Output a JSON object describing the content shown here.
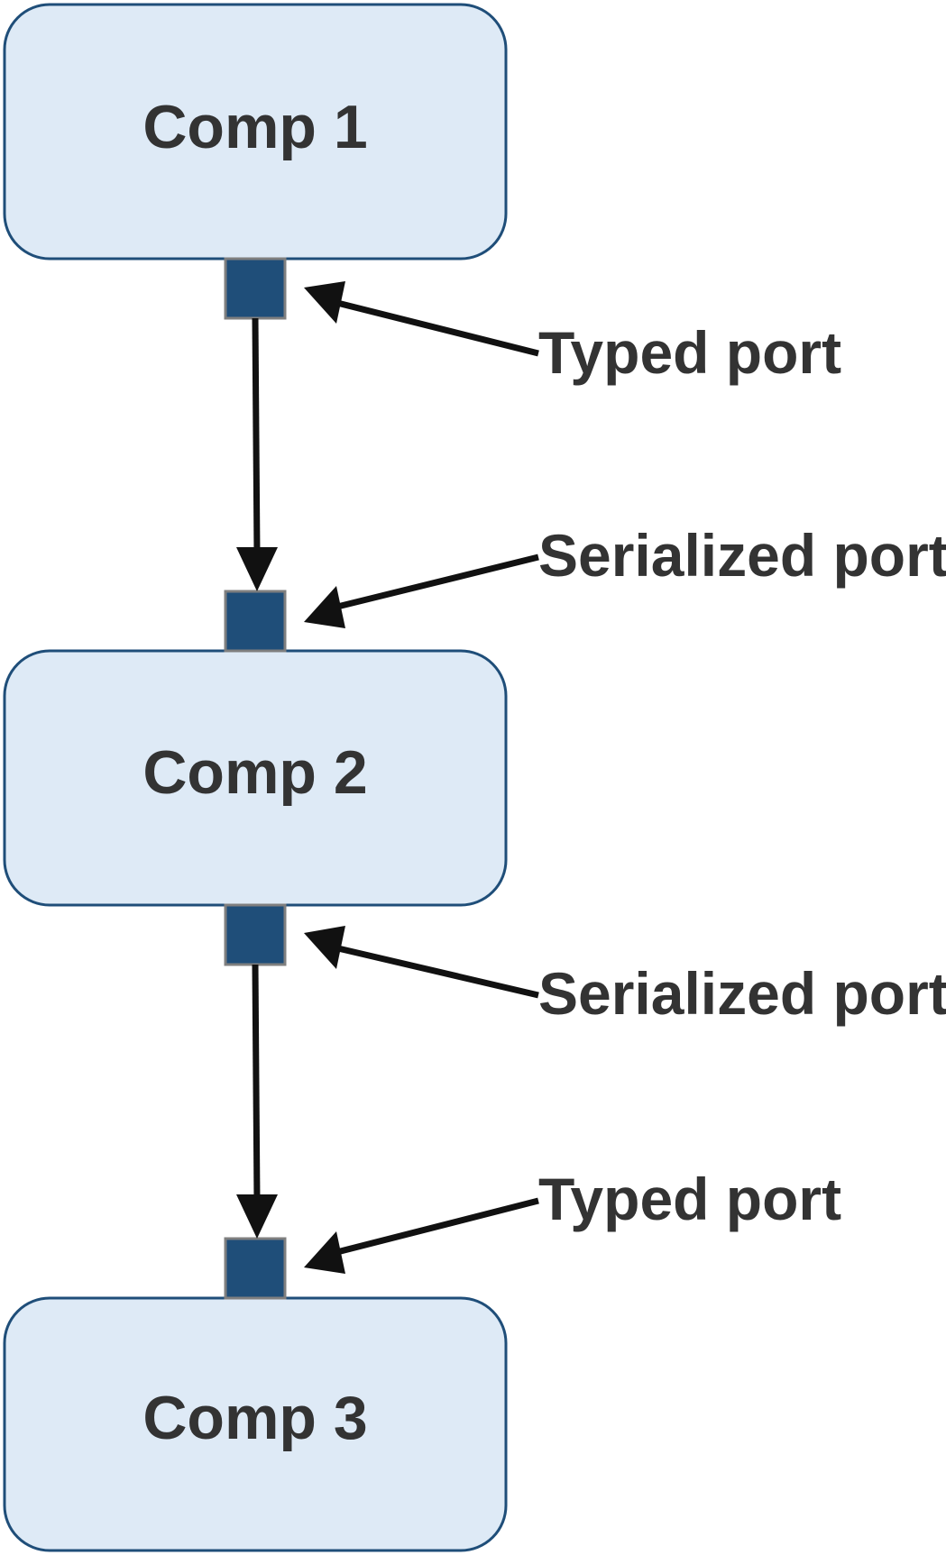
{
  "components": [
    {
      "label": "Comp 1"
    },
    {
      "label": "Comp 2"
    },
    {
      "label": "Comp 3"
    }
  ],
  "callouts": [
    {
      "label": "Typed port"
    },
    {
      "label": "Serialized port"
    },
    {
      "label": "Serialized port"
    },
    {
      "label": "Typed port"
    }
  ],
  "colors": {
    "component_fill": "#deeaf6",
    "component_border": "#1f4e79",
    "port_fill": "#1f4e79",
    "arrow": "#111111",
    "text": "#333333"
  }
}
